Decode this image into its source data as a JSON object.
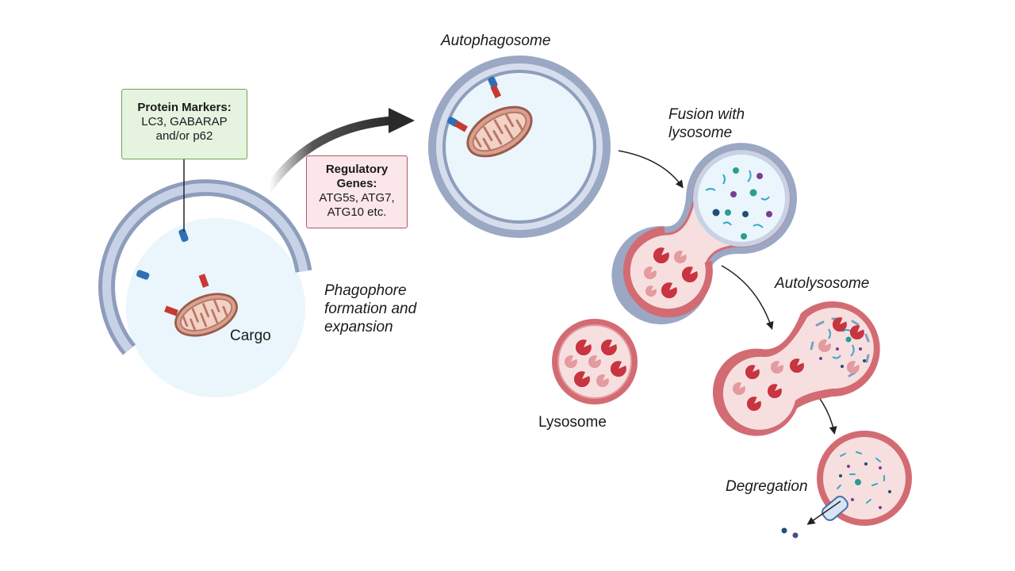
{
  "labels": {
    "autophagosome": "Autophagosome",
    "fusion_line1": "Fusion with",
    "fusion_line2": "lysosome",
    "phagophore_line1": "Phagophore",
    "phagophore_line2": "formation and",
    "phagophore_line3": "expansion",
    "cargo": "Cargo",
    "autolysosome": "Autolysosome",
    "lysosome": "Lysosome",
    "degradation": "Degregation"
  },
  "protein_markers": {
    "title": "Protein Markers:",
    "line1": "LC3, GABARAP",
    "line2": "and/or p62"
  },
  "regulatory_genes": {
    "title_line1": "Regulatory",
    "title_line2": "Genes:",
    "line1": "ATG5s, ATG7,",
    "line2": "ATG10 etc."
  },
  "colors": {
    "membrane": "#9aa8c4",
    "membrane_inner": "#c7d2e6",
    "cytoplasm": "#eaf6fb",
    "lysosome_membrane": "#d36b73",
    "lysosome_fill": "#f7dfe0",
    "enzyme": "#c8343f",
    "enzyme_light": "#e49a9e",
    "mitochondria": "#d9a08f",
    "marker_blue": "#2f6fb7",
    "receptor_red": "#c63a32",
    "markers_box_fill": "#e6f3df",
    "markers_box_border": "#6aa84f",
    "genes_box_fill": "#fbe6ea",
    "genes_box_border": "#b4566a"
  }
}
